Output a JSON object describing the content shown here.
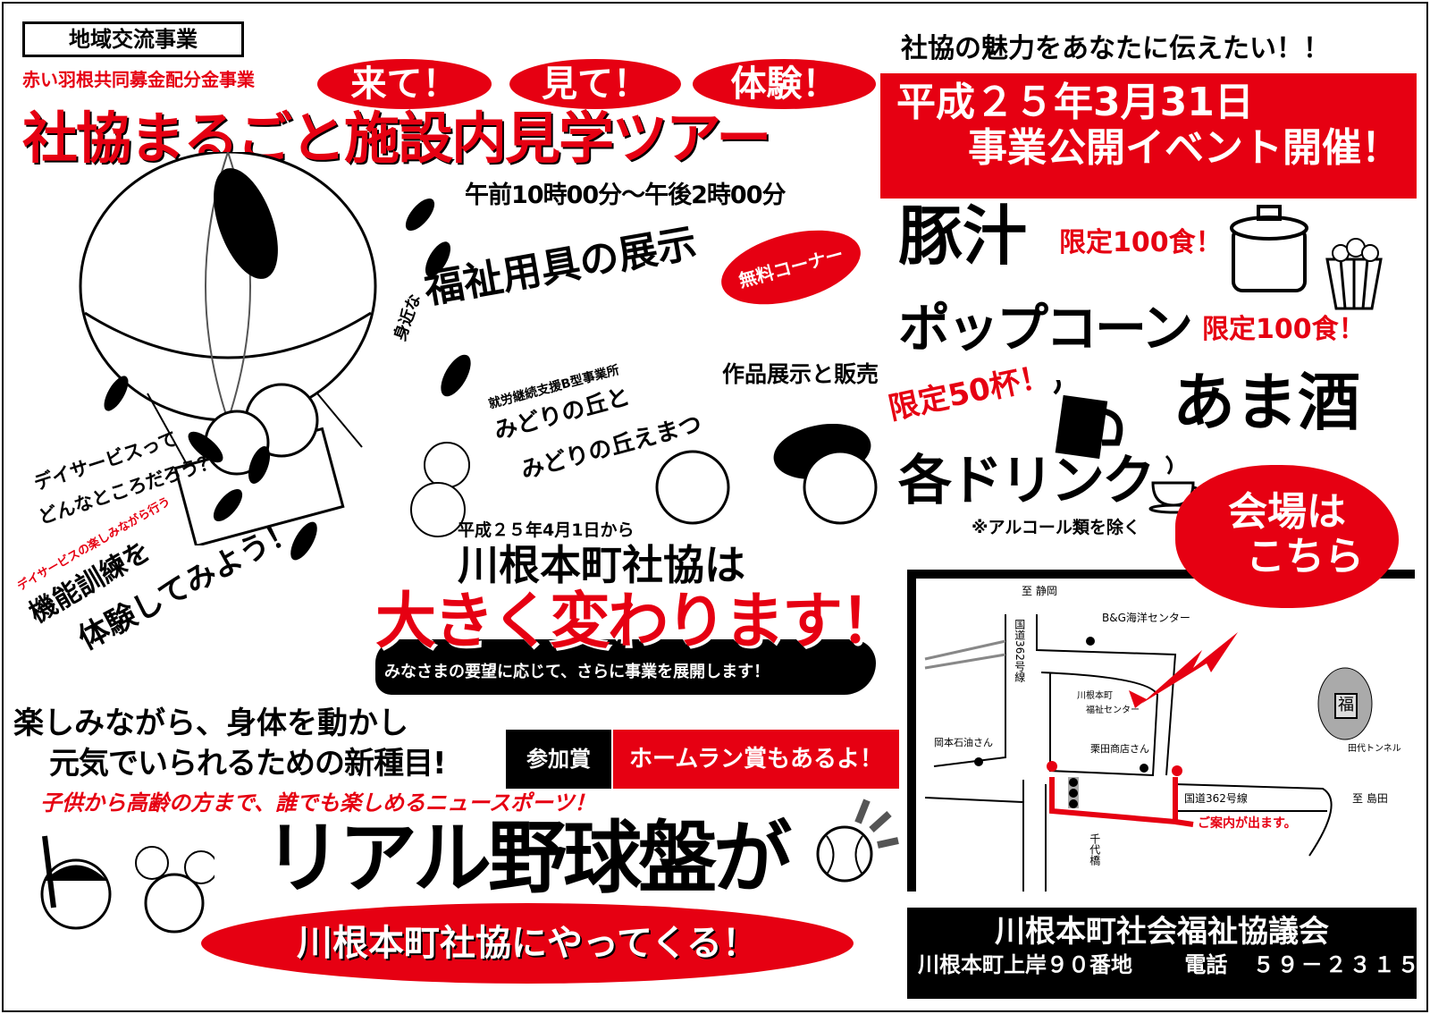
{
  "header": {
    "category": "地域交流事業",
    "funding": "赤い羽根共同募金配分金事業",
    "ovals": [
      "来て！",
      "見て！",
      "体験！"
    ],
    "title": "社協まるごと施設内見学ツアー",
    "time": "午前10時00分～午後2時00分"
  },
  "event": {
    "tagline": "社協の魅力をあなたに伝えたい！！",
    "date": "平成２５年3月31日",
    "name": "事業公開イベント開催！"
  },
  "corners": {
    "welfare_prefix": "身近な",
    "welfare": "福祉用具の展示",
    "free_corner": "無料コーナー",
    "workshop_type": "就労継続支援B型事業所",
    "workshop_line1": "みどりの丘と",
    "workshop_line2": "みどりの丘えまつ",
    "workshop_sale": "作品展示と販売",
    "dayservice_line1": "デイサービスって",
    "dayservice_line2": "どんなところだろう？",
    "training_sub": "デイサービスの楽しみながら行う",
    "training_line1": "機能訓練を",
    "training_line2": "体験してみよう！"
  },
  "food": {
    "tonjiru": "豚汁",
    "tonjiru_limit": "限定100食！",
    "popcorn": "ポップコーン",
    "popcorn_limit": "限定100食！",
    "amazake_limit": "限定50杯！",
    "amazake": "あま酒",
    "drinks": "各ドリンク",
    "drinks_note": "※アルコール類を除く"
  },
  "change": {
    "from_date": "平成２５年4月1日から",
    "org": "川根本町社協は",
    "headline": "大きく変わります！",
    "sub": "みなさまの要望に応じて、さらに事業を展開します！"
  },
  "venue": {
    "line1": "会場は",
    "line2": "こちら"
  },
  "map": {
    "to_shizuoka": "至 静岡",
    "route_vertical": "国道362号線",
    "bg_center": "B&G海洋センター",
    "center_line1": "川根本町",
    "center_line2": "福祉センター",
    "okamoto": "岡本石油さん",
    "kurita": "栗田商店さん",
    "tashiro": "田代トンネル",
    "route_horizontal": "国道362号線",
    "to_shimada": "至 島田",
    "bridge": "千代橋",
    "guide": "ご案内が出ます。",
    "owl_badge": "福"
  },
  "baseball": {
    "line1": "楽しみながら、身体を動かし",
    "line2": "元気でいられるための新種目!",
    "prize1": "参加賞",
    "prize2": "ホームラン賞もあるよ！",
    "target": "子供から高齢の方まで、誰でも楽しめるニュースポーツ！",
    "headline": "リアル野球盤が",
    "arrives": "川根本町社協にやってくる！"
  },
  "footer": {
    "org": "川根本町社会福祉協議会",
    "address": "川根本町上岸９０番地",
    "phone_label": "電話",
    "phone": "５９－２３１５"
  },
  "colors": {
    "accent": "#e60012",
    "text": "#000000"
  }
}
